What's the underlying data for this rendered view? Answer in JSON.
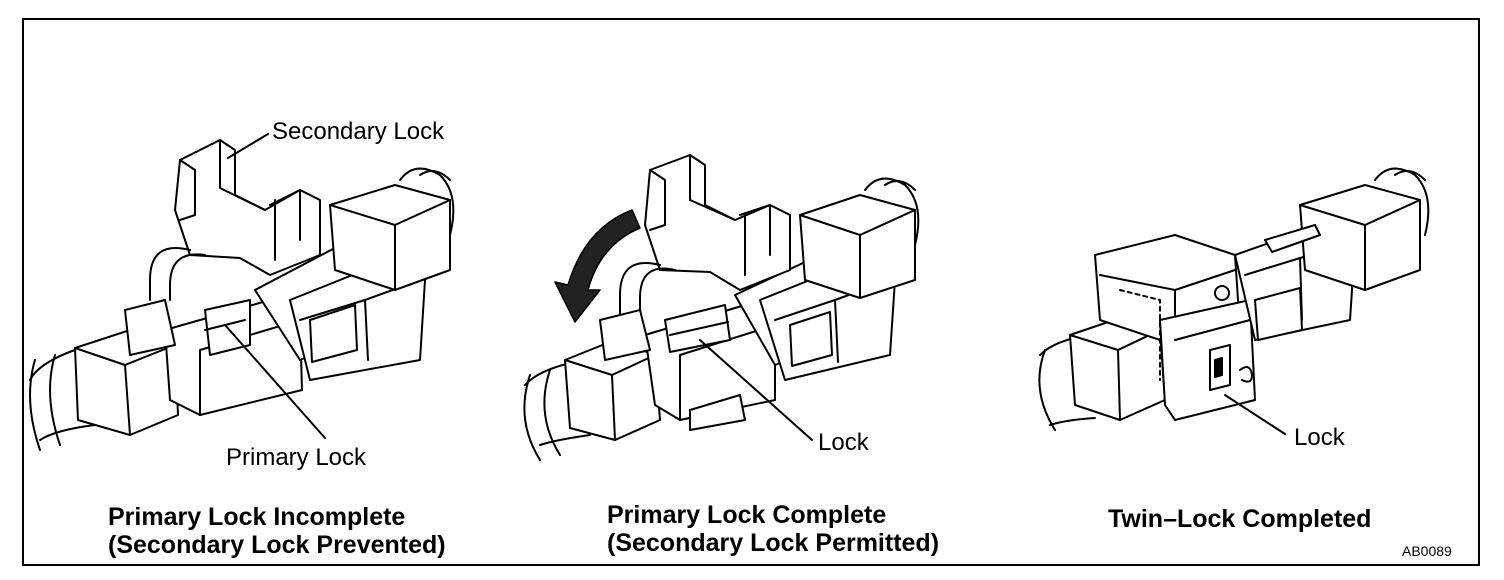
{
  "panels": [
    {
      "callouts": [
        "Secondary Lock",
        "Primary Lock"
      ],
      "caption_line1": "Primary Lock Incomplete",
      "caption_line2": "(Secondary Lock Prevented)"
    },
    {
      "callouts": [
        "Lock"
      ],
      "caption_line1": "Primary Lock Complete",
      "caption_line2": "(Secondary Lock Permitted)"
    },
    {
      "callouts": [
        "Lock"
      ],
      "caption_line1": "Twin–Lock Completed",
      "caption_line2": ""
    }
  ],
  "figure_code": "AB0089",
  "icons": [
    "connector-drawing",
    "rotation-arrow"
  ]
}
